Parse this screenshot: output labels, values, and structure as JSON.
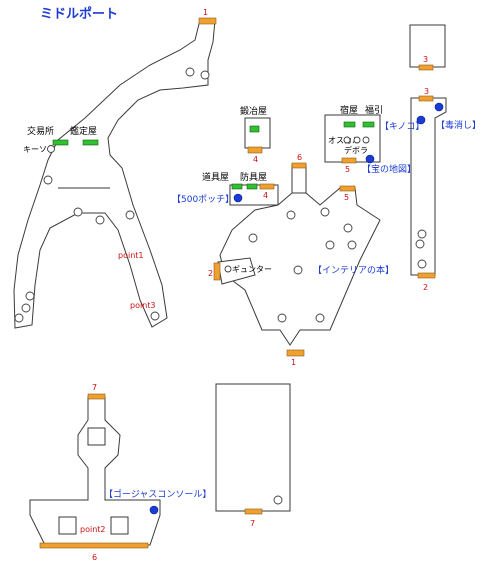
{
  "title": "ミドルポート",
  "colors": {
    "exit": "#f0a030",
    "shop": "#30c030",
    "chest": "#1a3bd6",
    "label_blue": "#1a3bd6",
    "exit_number": "#cc1010"
  },
  "exits": {
    "n1_top": "1",
    "n1_bottom": "1",
    "n2_left": "2",
    "n2_right": "2",
    "n3_box": "3",
    "n3_right": "3",
    "n4_smith": "4",
    "n4_items": "4",
    "n5_inn": "5",
    "n5_gate": "5",
    "n6_corridor": "6",
    "n6_bottom": "6",
    "n7_tower": "7",
    "n7_building": "7"
  },
  "shops": {
    "trade": "交易所",
    "appraisal": "鑑定屋",
    "smith": "鍛冶屋",
    "item": "道具屋",
    "armor": "防具屋",
    "inn": "宿屋",
    "lottery": "福引"
  },
  "npcs": {
    "kiiso": "キーソ",
    "oscar": "オスカル",
    "debra": "デボラ",
    "gyunter": "ギュンター"
  },
  "treasures": {
    "mushroom": "【キノコ】",
    "antidote": "【毒消し】",
    "treasure_map": "【宝の地図】",
    "pochi500": "【500ポッチ】",
    "interior_book": "【インテリアの本】",
    "gorgeous_console": "【ゴージャスコンソール】"
  },
  "points": {
    "p1": "point1",
    "p2": "point2",
    "p3": "point3"
  }
}
